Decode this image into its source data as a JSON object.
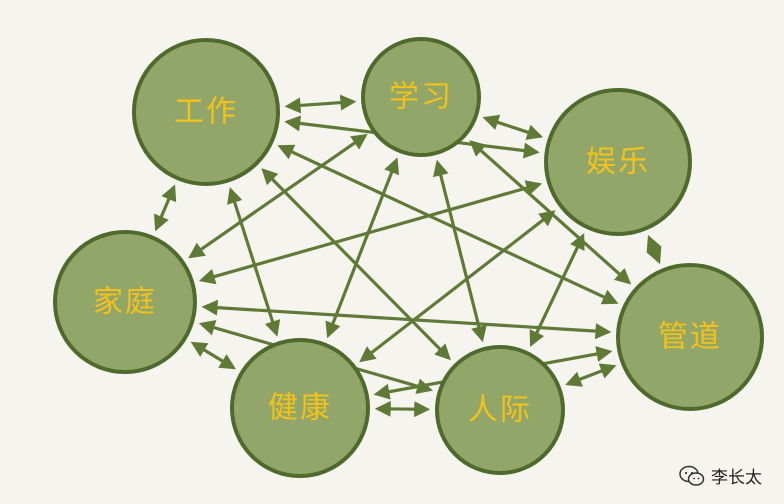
{
  "nodes": [
    {
      "id": "work",
      "label": "工作"
    },
    {
      "id": "study",
      "label": "学习"
    },
    {
      "id": "entertainment",
      "label": "娱乐"
    },
    {
      "id": "family",
      "label": "家庭"
    },
    {
      "id": "finance",
      "label": "管道"
    },
    {
      "id": "health",
      "label": "健康"
    },
    {
      "id": "social",
      "label": "人际"
    }
  ],
  "edges": [
    [
      "work",
      "study"
    ],
    [
      "study",
      "entertainment"
    ],
    [
      "work",
      "family"
    ],
    [
      "entertainment",
      "finance"
    ],
    [
      "family",
      "health"
    ],
    [
      "health",
      "social"
    ],
    [
      "social",
      "finance"
    ],
    [
      "work",
      "entertainment"
    ],
    [
      "work",
      "finance"
    ],
    [
      "work",
      "health"
    ],
    [
      "work",
      "social"
    ],
    [
      "study",
      "family"
    ],
    [
      "study",
      "health"
    ],
    [
      "study",
      "social"
    ],
    [
      "study",
      "finance"
    ],
    [
      "entertainment",
      "family"
    ],
    [
      "entertainment",
      "health"
    ],
    [
      "entertainment",
      "social"
    ],
    [
      "family",
      "finance"
    ],
    [
      "family",
      "social"
    ],
    [
      "health",
      "finance"
    ]
  ],
  "colors": {
    "node_fill": "#93a66a",
    "node_stroke": "#4e6a2c",
    "label": "#f2c21a",
    "edge": "#5f7a36"
  },
  "watermark": {
    "icon": "wechat-icon",
    "text": "李长太"
  }
}
